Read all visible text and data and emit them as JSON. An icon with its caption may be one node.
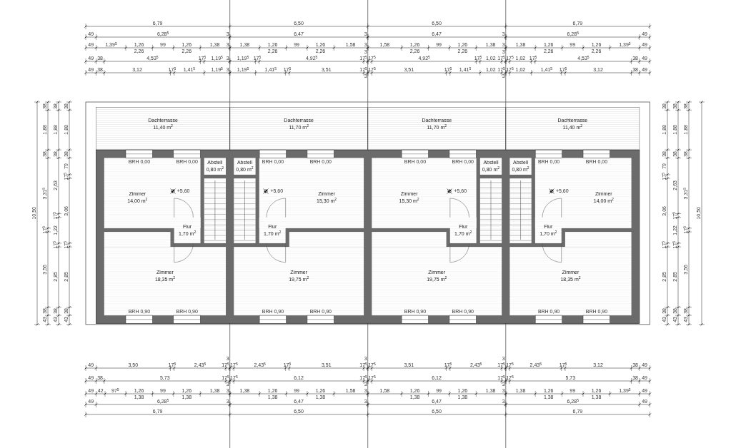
{
  "diagram": {
    "nodes": [
      {
        "text": [
          "Dachterrasse",
          "11,40 m$^{2}$"
        ]
      },
      {
        "text": [
          "Dachterrasse",
          "11,70 m$^{2}$"
        ]
      },
      {
        "text": [
          "Dachterrasse",
          "11,70 m$^{2}$"
        ]
      },
      {
        "text": [
          "Dachterrasse",
          "11,40 m$^{2}$"
        ]
      },
      {
        "text": [
          "Abstell",
          "0,80 m$^{2}$"
        ]
      },
      {
        "text": [
          "Abstell",
          "0,80 m$^{2}$"
        ]
      },
      {
        "text": [
          "Abstell",
          "0,80 m$^{2}$"
        ]
      },
      {
        "text": [
          "Abstell",
          "0,80 m$^{2}$"
        ]
      },
      {
        "text": [
          "Zimmer",
          "14,00 m$^{2}$"
        ]
      },
      {
        "text": [
          "Zimmer",
          "15,30 m$^{2}$"
        ]
      },
      {
        "text": [
          "Zimmer",
          "15,30 m$^{2}$"
        ]
      },
      {
        "text": [
          "Zimmer",
          "14,00 m$^{2}$"
        ]
      },
      {
        "text": [
          "Flur",
          "1,70 m$^{2}$"
        ]
      },
      {
        "text": [
          "Flur",
          "1,70 m$^{2}$"
        ]
      },
      {
        "text": [
          "Flur",
          "1,70 m$^{2}$"
        ]
      },
      {
        "text": [
          "Flur",
          "1,70 m$^{2}$"
        ]
      },
      {
        "text": [
          "Zimmer",
          "18,35 m$^{2}$"
        ]
      },
      {
        "text": [
          "Zimmer",
          "19,75 m$^{2}$"
        ]
      },
      {
        "text": [
          "Zimmer",
          "19,75 m$^{2}$"
        ]
      },
      {
        "text": [
          "Zimmer",
          "18,35 m$^{2}$"
        ]
      }
    ],
    "labels": [
      "6,79",
      "6,50",
      "6,50",
      "6,79",
      "49",
      "6,28$^{5}$",
      "3",
      "6,47",
      "3",
      "6,47",
      "3",
      "6,28$^{5}$",
      "49",
      "49",
      "1,39$^{5}$",
      "1,26",
      "2,26",
      "99",
      "1,26",
      "2,26",
      "1,38",
      "3",
      "1,38",
      "1,26",
      "2,26",
      "99",
      "1,26",
      "2,26",
      "1,58",
      "3",
      "1,58",
      "1,26",
      "2,26",
      "99",
      "1,26",
      "2,26",
      "1,38",
      "3",
      "1,38",
      "1,26",
      "2,26",
      "99",
      "1,26",
      "2,26",
      "1,39$^{5}$",
      "49",
      "49",
      "38",
      "4,53$^{5}$",
      "17$^{5}$",
      "1,19$^{5}$",
      "3",
      "1,19$^{5}$",
      "17$^{5}$",
      "4,92$^{5}$",
      "17$^{5}$",
      "3",
      "17$^{5}$",
      "4,92$^{5}$",
      "17$^{5}$",
      "1,02",
      "17$^{5}$",
      "3",
      "17$^{5}$",
      "1,02",
      "17$^{5}$",
      "4,53$^{5}$",
      "38",
      "49",
      "49",
      "38",
      "3,12",
      "17$^{5}$",
      "1,41$^{5}$",
      "1,19$^{5}$",
      "3",
      "1,19$^{5}$",
      "1,41$^{5}$",
      "17$^{5}$",
      "3,51",
      "17$^{5}$",
      "3",
      "17$^{5}$",
      "3,51",
      "17$^{5}$",
      "1,41$^{5}$",
      "1,02",
      "17$^{5}$",
      "3",
      "17$^{5}$",
      "1,02",
      "1,41$^{5}$",
      "17$^{5}$",
      "3,12",
      "38",
      "49",
      "BRH 0,00",
      "BRH 0,00",
      "BRH 0,00",
      "BRH 0,00",
      "BRH 0,00",
      "BRH 0,00",
      "BRH 0,00",
      "BRH 0,00",
      "+5,60",
      "+5,60",
      "+5,60",
      "+5,60",
      "BRH 0,90",
      "BRH 0,90",
      "BRH 0,90",
      "BRH 0,90",
      "BRH 0,90",
      "BRH 0,90",
      "BRH 0,90",
      "BRH 0,90",
      "49",
      "3,50",
      "17$^{5}$",
      "2,43$^{5}$",
      "17$^{5}$",
      "3",
      "17$^{5}$",
      "2,43$^{5}$",
      "17$^{5}$",
      "3,51",
      "17$^{5}$",
      "3",
      "17$^{5}$",
      "3,51",
      "17$^{5}$",
      "2,43$^{5}$",
      "17$^{5}$",
      "3",
      "17$^{5}$",
      "2,43$^{5}$",
      "17$^{5}$",
      "3,12",
      "38",
      "49",
      "49",
      "38",
      "5,73",
      "17$^{5}$",
      "3",
      "17$^{5}$",
      "6,12",
      "17$^{5}$",
      "3",
      "17$^{5}$",
      "6,12",
      "17$^{5}$",
      "3",
      "17$^{5}$",
      "5,73",
      "38",
      "49",
      "49",
      "42",
      "97$^{5}$",
      "1,26",
      "1,38",
      "99",
      "1,26",
      "1,38",
      "1,38",
      "3",
      "1,38",
      "1,26",
      "1,38",
      "99",
      "1,26",
      "1,38",
      "1,58",
      "3",
      "1,58",
      "1,26",
      "1,38",
      "99",
      "1,26",
      "1,38",
      "1,38",
      "3",
      "1,38",
      "1,26",
      "1,38",
      "99",
      "1,26",
      "1,38",
      "1,39$^{5}$",
      "49",
      "49",
      "6,28$^{5}$",
      "3",
      "6,47",
      "3",
      "6,47",
      "3",
      "6,28$^{5}$",
      "49",
      "6,79",
      "6,50",
      "6,50",
      "6,79",
      "10,50",
      "38",
      "1,88",
      "38",
      "3,31$^{5}$",
      "17$^{5}$",
      "3,56",
      "38",
      "43",
      "38",
      "1,88",
      "38",
      "2,63",
      "17$^{5}$",
      "1,22",
      "17$^{5}$",
      "2,85",
      "38",
      "43",
      "38",
      "1,88",
      "38",
      "79",
      "17$^{5}$",
      "3,06",
      "17$^{5}$",
      "2,85",
      "38",
      "43",
      "38",
      "1,88",
      "38",
      "79",
      "17$^{5}$",
      "3,06",
      "17$^{5}$",
      "2,85",
      "38",
      "43",
      "38",
      "1,88",
      "38",
      "2,63",
      "17$^{5}$",
      "1,22",
      "17$^{5}$",
      "2,85",
      "38",
      "43",
      "38",
      "1,88",
      "38",
      "3,31$^{5}$",
      "17$^{5}$",
      "3,56",
      "38",
      "43",
      "10,50"
    ]
  }
}
